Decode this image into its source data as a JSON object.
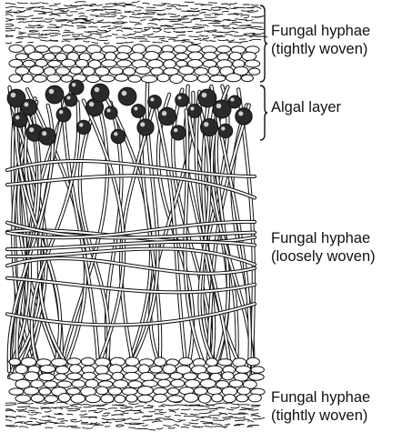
{
  "labels": {
    "upper_cortex": {
      "line1": "Fungal hyphae",
      "line2": "(tightly woven)"
    },
    "algal_layer": {
      "line1": "Algal layer"
    },
    "medulla": {
      "line1": "Fungal hyphae",
      "line2": "(loosely woven)"
    },
    "lower_cortex": {
      "line1": "Fungal hyphae",
      "line2": "(tightly woven)"
    }
  },
  "colors": {
    "ink": "#111111",
    "algal_cell": "#2a2a2a",
    "background": "#ffffff"
  }
}
